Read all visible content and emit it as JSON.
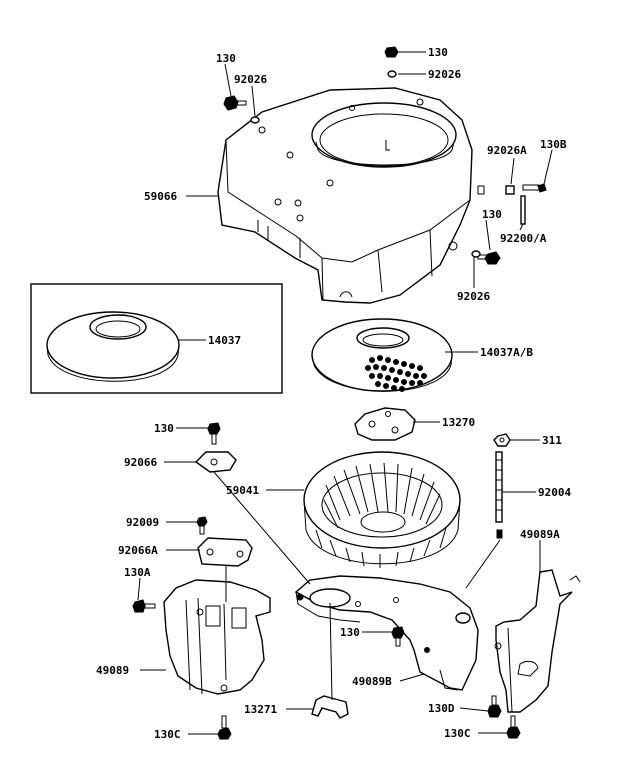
{
  "labels": {
    "p130_top_left": "130",
    "p92026_top_left": "92026",
    "p130_top": "130",
    "p92026_top": "92026",
    "p92026A": "92026A",
    "p130B": "130B",
    "p59066": "59066",
    "p130_right": "130",
    "p92200A": "92200/A",
    "p92026_right": "92026",
    "p14037": "14037",
    "p14037AB": "14037A/B",
    "p13270": "13270",
    "p130_mid": "130",
    "p311": "311",
    "p92066": "92066",
    "p59041": "59041",
    "p92004": "92004",
    "p92009": "92009",
    "p49089A": "49089A",
    "p92066A": "92066A",
    "p130A": "130A",
    "p130_lower": "130",
    "p49089": "49089",
    "p49089B": "49089B",
    "p13271": "13271",
    "p130D": "130D",
    "p130C_left": "130C",
    "p130C_right": "130C"
  }
}
